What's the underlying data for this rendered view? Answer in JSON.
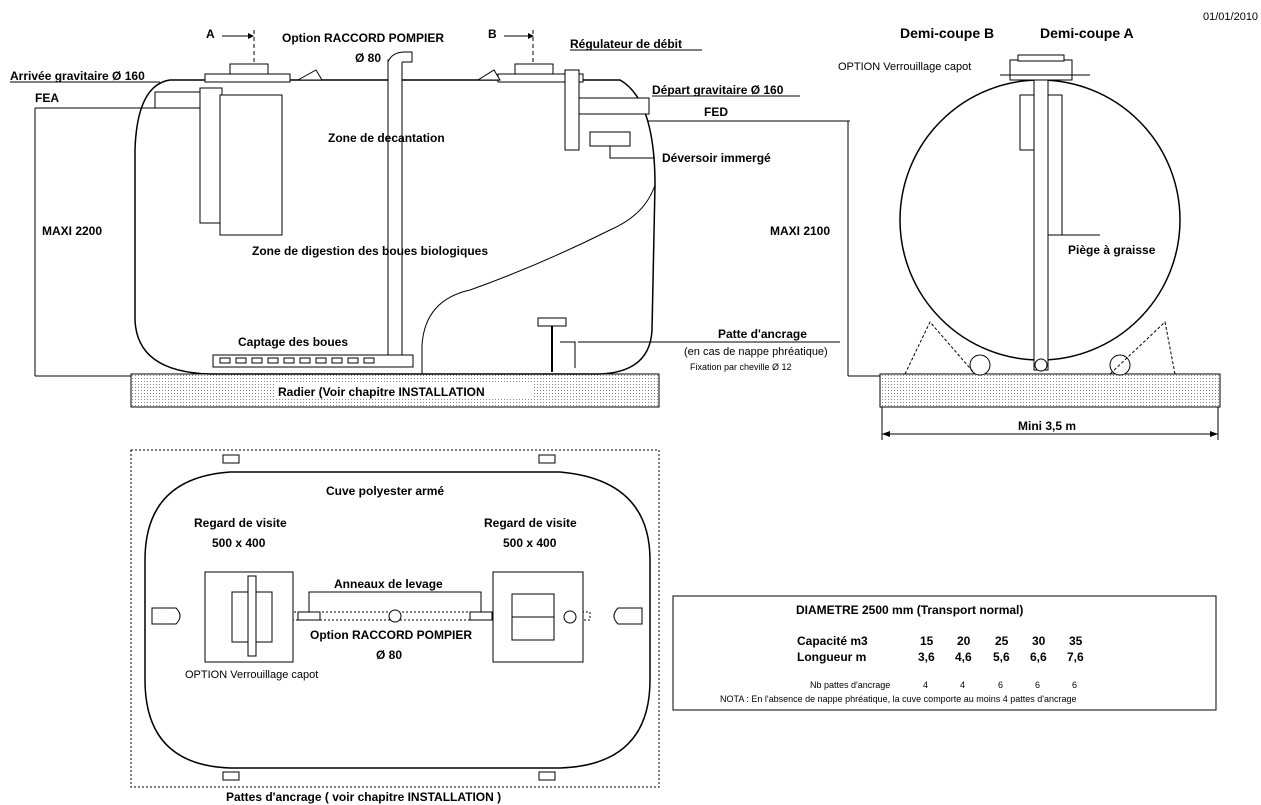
{
  "date": "01/01/2010",
  "side_view": {
    "marker_a": "A",
    "marker_b": "B",
    "option_raccord_top": "Option RACCORD POMPIER",
    "diam_80_top": "Ø 80",
    "regulateur": "Régulateur de débit",
    "arrivee": "Arrivée gravitaire Ø 160",
    "fea": "FEA",
    "depart": "Départ gravitaire Ø 160",
    "fed": "FED",
    "zone_decantation": "Zone de decantation",
    "deversoir": "Déversoir immergé",
    "maxi_2200": "MAXI 2200",
    "maxi_2100": "MAXI 2100",
    "zone_digestion": "Zone de digestion des boues biologiques",
    "captage": "Captage des boues",
    "patte_ancrage": "Patte d'ancrage",
    "nappe": "(en cas de nappe phréatique)",
    "fixation": "Fixation par cheville Ø 12",
    "radier": "Radier  (Voir chapitre INSTALLATION"
  },
  "section_view": {
    "demi_b": "Demi-coupe B",
    "demi_a": "Demi-coupe A",
    "verrouillage": "OPTION Verrouillage capot",
    "piege": "Piège à graisse",
    "mini": "Mini 3,5 m"
  },
  "top_view": {
    "cuve": "Cuve polyester armé",
    "regard_left": "Regard de visite",
    "regard_left_dim": "500 x 400",
    "regard_right": "Regard de visite",
    "regard_right_dim": "500 x 400",
    "anneaux": "Anneaux de levage",
    "option_raccord": "Option RACCORD POMPIER",
    "diam_80": "Ø 80",
    "verrouillage": "OPTION Verrouillage capot",
    "pattes": "Pattes d'ancrage    ( voir chapitre INSTALLATION )"
  },
  "table": {
    "title": "DIAMETRE 2500 mm (Transport normal)",
    "capacite_label": "Capacité m3",
    "longueur_label": "Longueur m",
    "capacites": [
      "15",
      "20",
      "25",
      "30",
      "35"
    ],
    "longueurs": [
      "3,6",
      "4,6",
      "5,6",
      "6,6",
      "7,6"
    ],
    "pattes_label": "Nb pattes d'ancrage",
    "pattes": [
      "4",
      "4",
      "6",
      "6",
      "6"
    ],
    "nota": "NOTA :  En l'absence de nappe phréatique, la cuve comporte au moins 4 pattes d'ancrage"
  }
}
